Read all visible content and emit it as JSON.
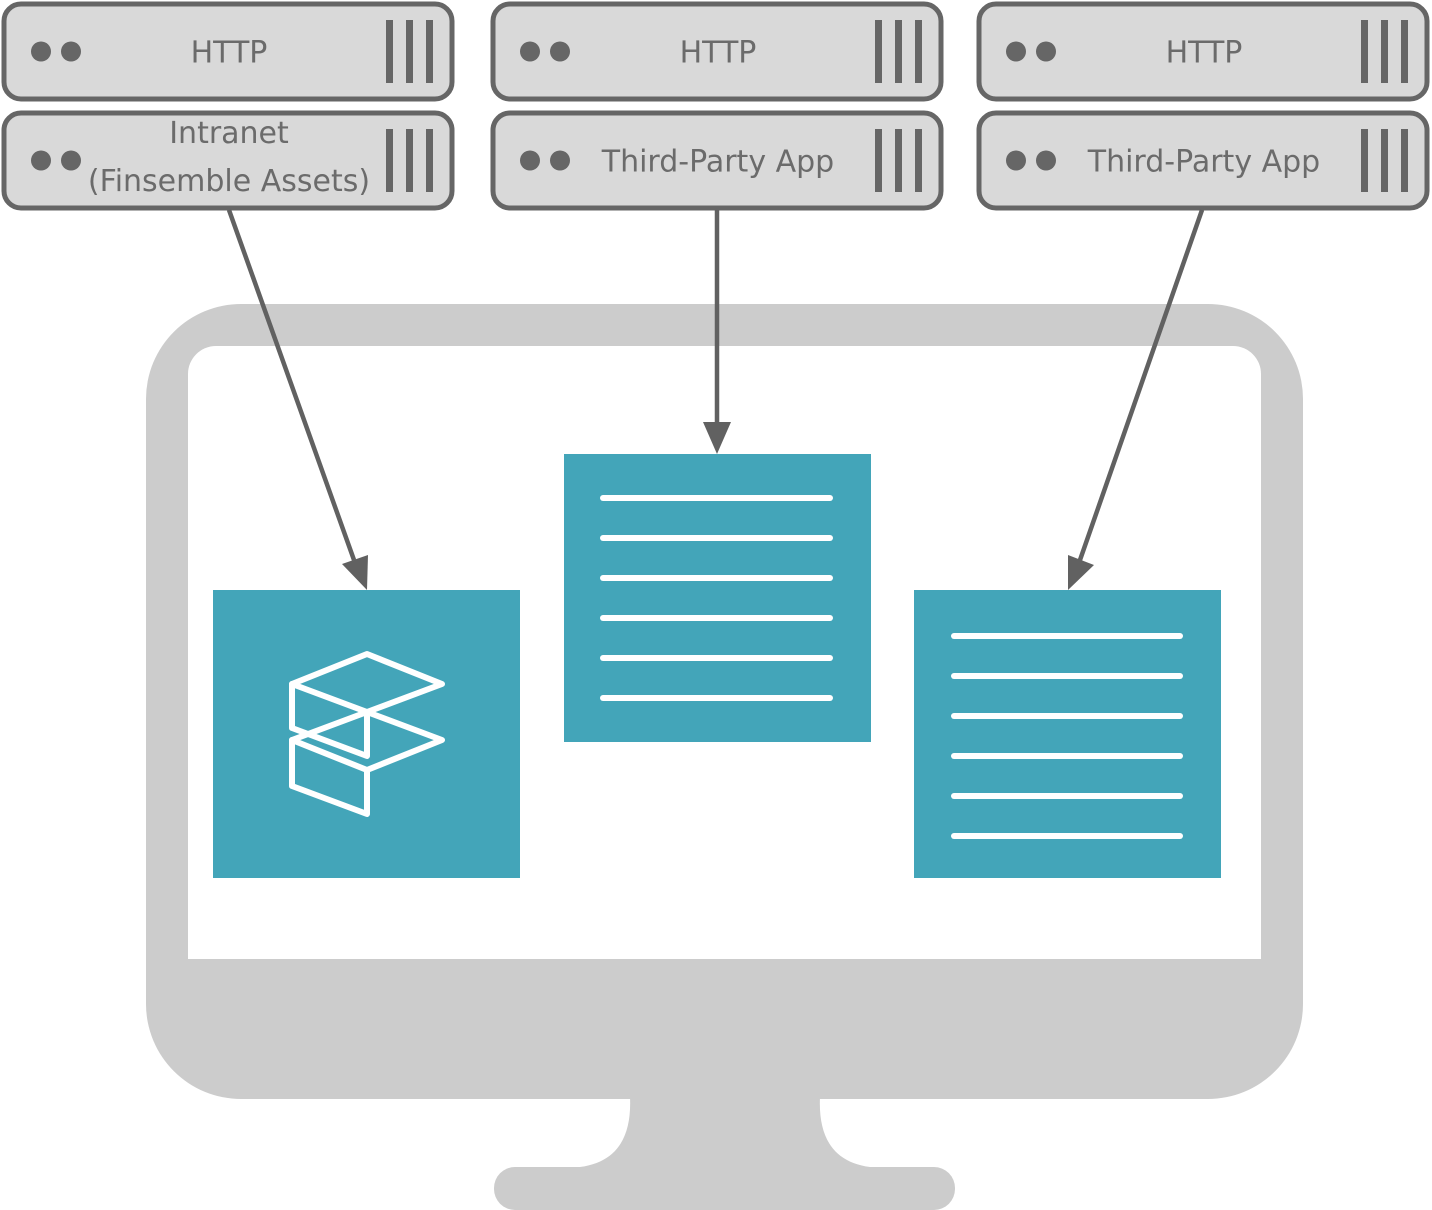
{
  "colors": {
    "server_fill": "#d9d9d9",
    "server_stroke": "#666666",
    "monitor_gray": "#cccccc",
    "app_teal": "#43a5b9",
    "arrow": "#616161"
  },
  "servers": [
    {
      "top_label": "HTTP",
      "bottom_label_lines": [
        "Intranet",
        "(Finsemble Assets)"
      ]
    },
    {
      "top_label": "HTTP",
      "bottom_label_lines": [
        "Third-Party App"
      ]
    },
    {
      "top_label": "HTTP",
      "bottom_label_lines": [
        "Third-Party App"
      ]
    }
  ],
  "apps": [
    {
      "icon": "finsemble-logo-icon"
    },
    {
      "icon": "text-lines-icon"
    },
    {
      "icon": "text-lines-icon"
    }
  ]
}
